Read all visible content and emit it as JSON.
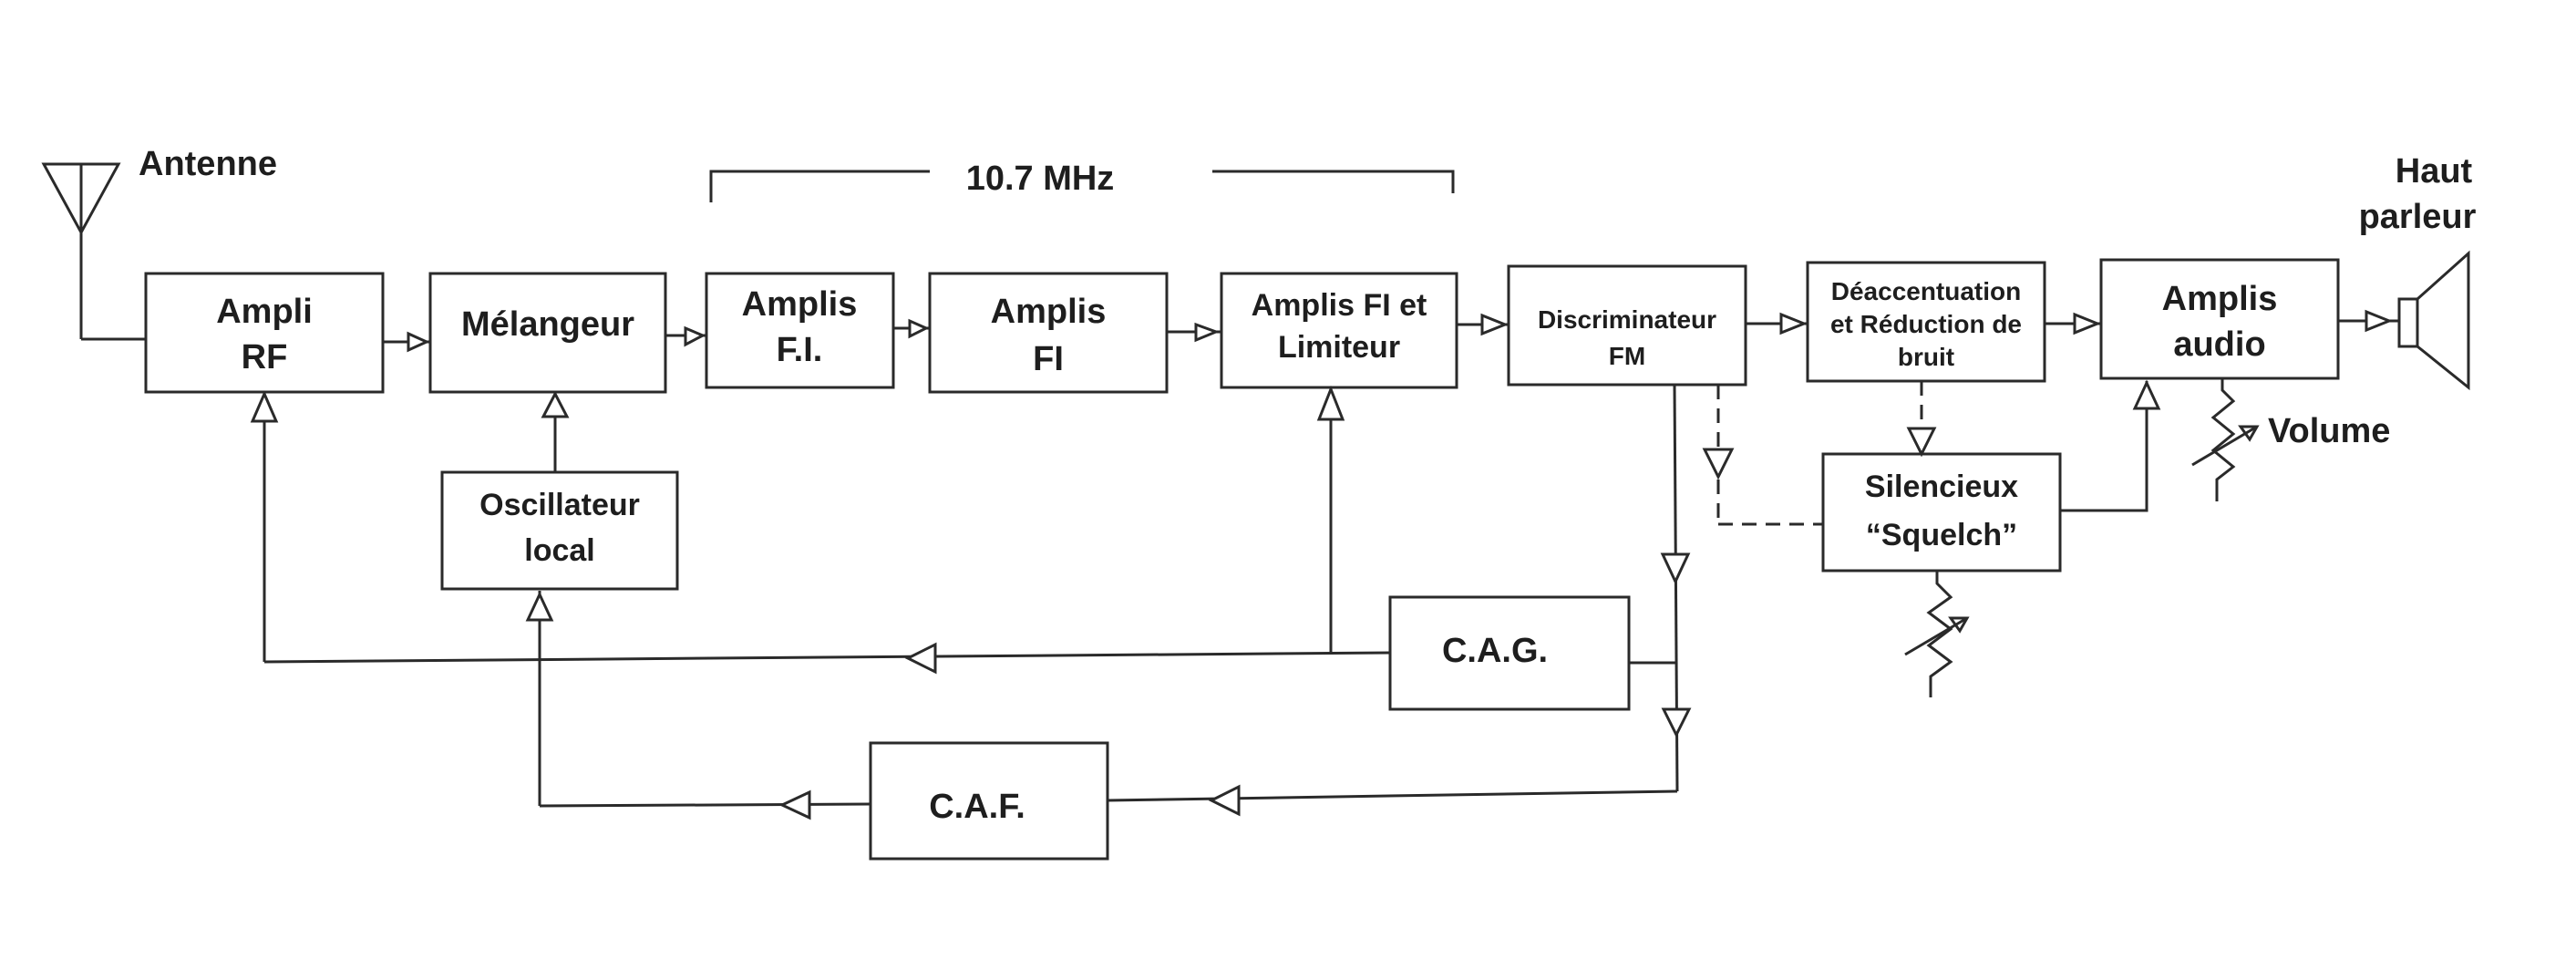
{
  "labels": {
    "antenna": "Antenne",
    "if_freq": "10.7 MHz",
    "speaker_line1": "Haut",
    "speaker_line2": "parleur",
    "volume": "Volume"
  },
  "blocks": {
    "ampli_rf": [
      "Ampli",
      "RF"
    ],
    "melangeur": [
      "Mélangeur"
    ],
    "amplis_fi_1": [
      "Amplis",
      "F.I."
    ],
    "amplis_fi_2": [
      "Amplis",
      "FI"
    ],
    "amplis_fi_limiteur": [
      "Amplis FI et",
      "Limiteur"
    ],
    "discriminateur": [
      "Discriminateur",
      "FM"
    ],
    "deaccentuation": [
      "Déaccentuation",
      "et Réduction de",
      "bruit"
    ],
    "amplis_audio": [
      "Amplis",
      "audio"
    ],
    "oscillateur": [
      "Oscillateur",
      "local"
    ],
    "silencieux": [
      "Silencieux",
      "“Squelch”"
    ],
    "cag": [
      "C.A.G."
    ],
    "caf": [
      "C.A.F."
    ]
  }
}
